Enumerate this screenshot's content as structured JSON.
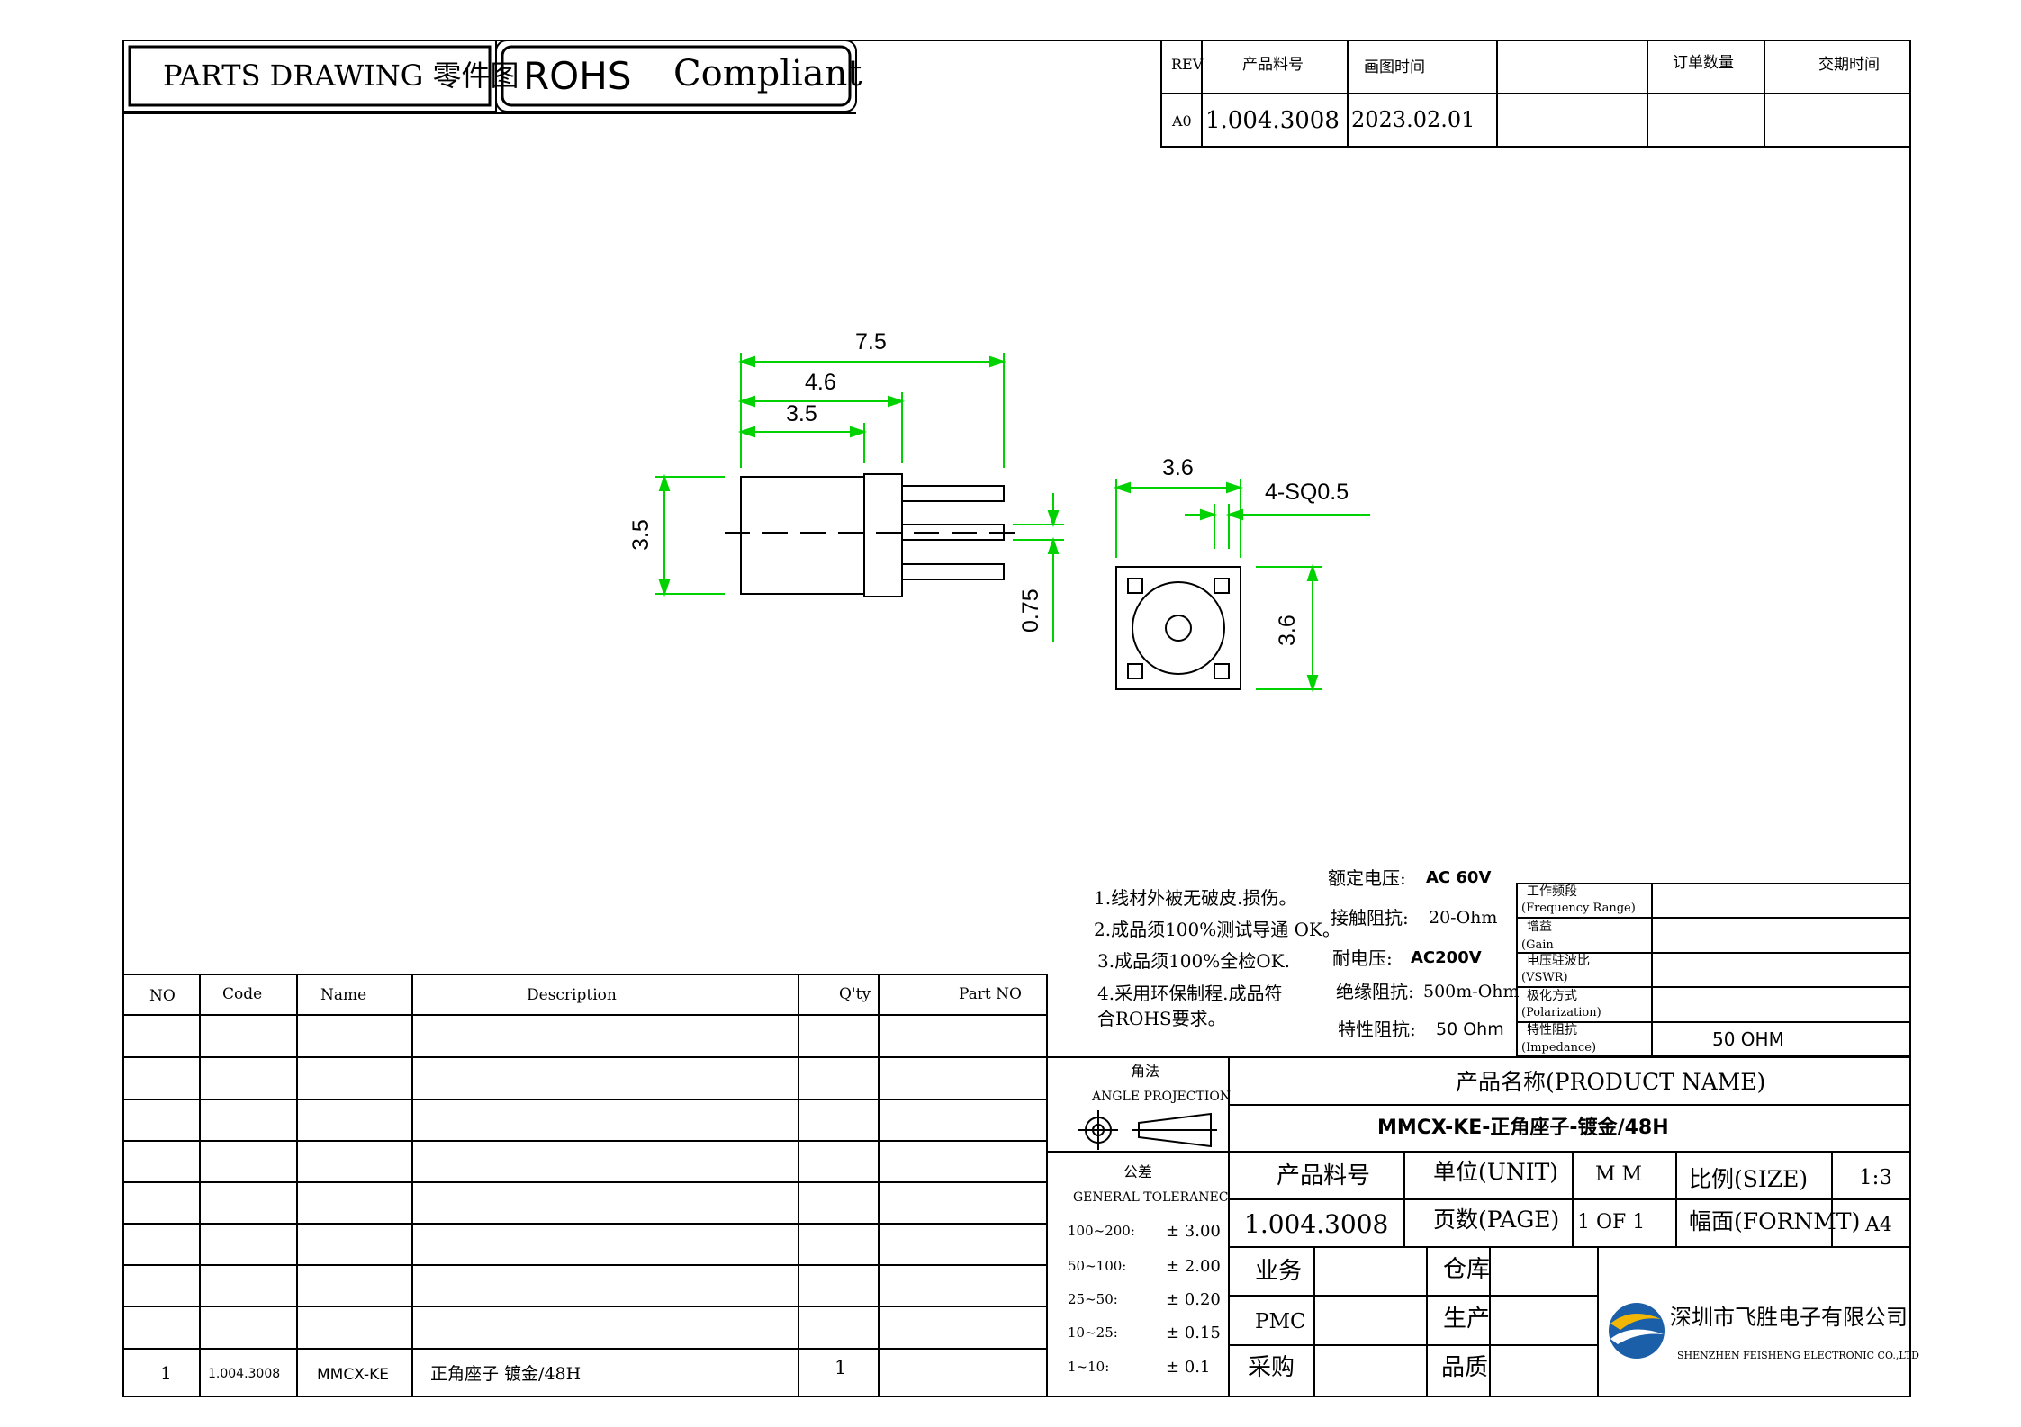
{
  "header": {
    "parts_drawing": "PARTS DRAWING 零件图",
    "rohs": "ROHS",
    "compliant": "Compliant"
  },
  "rev_table": {
    "headers": [
      "REV",
      "产品料号",
      "画图时间",
      "",
      "订单数量",
      "交期时间"
    ],
    "row": [
      "A0",
      "1.004.3008",
      "2023.02.01",
      "",
      "",
      ""
    ]
  },
  "dimensions": {
    "d7_5": "7.5",
    "d4_6": "4.6",
    "d3_5_top": "3.5",
    "d3_5_left": "3.5",
    "d0_75": "0.75",
    "d3_6_top": "3.6",
    "d3_6_right": "3.6",
    "sq": "4-SQ0.5"
  },
  "notes": [
    "1.线材外被无破皮.损伤。",
    "2.成品须100%测试导通 OK。",
    "3.成品须100%全检OK.",
    "4.采用环保制程.成品符",
    "合ROHS要求。"
  ],
  "specs": [
    {
      "label": "额定电压:",
      "value": "AC 60V"
    },
    {
      "label": "接触阻抗:",
      "value": "20-Ohm"
    },
    {
      "label": "耐电压:",
      "value": "AC200V"
    },
    {
      "label": "绝缘阻抗:",
      "value": "500m-Ohm"
    },
    {
      "label": "特性阻抗:",
      "value": "50 Ohm"
    }
  ],
  "rf_table": [
    {
      "cn": "工作频段",
      "en": "(Frequency Range)",
      "value": ""
    },
    {
      "cn": "增益",
      "en": "(Gain",
      "value": ""
    },
    {
      "cn": "电压驻波比",
      "en": "(VSWR)",
      "value": ""
    },
    {
      "cn": "极化方式",
      "en": "(Polarization)",
      "value": ""
    },
    {
      "cn": "特性阻抗",
      "en": "(Impedance)",
      "value": "50 OHM"
    }
  ],
  "bom": {
    "headers": [
      "NO",
      "Code",
      "Name",
      "Description",
      "Q'ty",
      "Part NO"
    ],
    "row": [
      "1",
      "1.004.3008",
      "MMCX-KE",
      "正角座子 镀金/48H",
      "1",
      ""
    ]
  },
  "angle": {
    "cn": "角法",
    "en": "ANGLE PROJECTION"
  },
  "tolerance": {
    "cn": "公差",
    "en": "GENERAL TOLERANEC",
    "rows": [
      {
        "range": "100~200:",
        "value": "± 3.00"
      },
      {
        "range": "50~100:",
        "value": "± 2.00"
      },
      {
        "range": "25~50:",
        "value": "± 0.20"
      },
      {
        "range": "10~25:",
        "value": "± 0.15"
      },
      {
        "range": "1~10:",
        "value": "± 0.1"
      }
    ]
  },
  "title_block": {
    "product_name_label": "产品名称(PRODUCT NAME)",
    "product_name": "MMCX-KE-正角座子-镀金/48H",
    "part_no_label": "产品料号",
    "part_no": "1.004.3008",
    "unit_label": "单位(UNIT)",
    "unit": "M M",
    "page_label": "页数(PAGE)",
    "page": "1 OF 1",
    "scale_label": "比例(SIZE)",
    "scale": "1:3",
    "format_label": "幅面(FORNMT)",
    "format": "A4",
    "sign_labels": [
      "业务",
      "PMC",
      "采购"
    ],
    "sign_labels2": [
      "仓库",
      "生产",
      "品质"
    ],
    "company_cn": "深圳市飞胜电子有限公司",
    "company_en": "SHENZHEN FEISHENG ELECTRONIC  CO.,LTD",
    "accent_blue": "#1b5fa8",
    "accent_yellow": "#f2b705"
  },
  "colors": {
    "dimension_green": "#00d200"
  }
}
